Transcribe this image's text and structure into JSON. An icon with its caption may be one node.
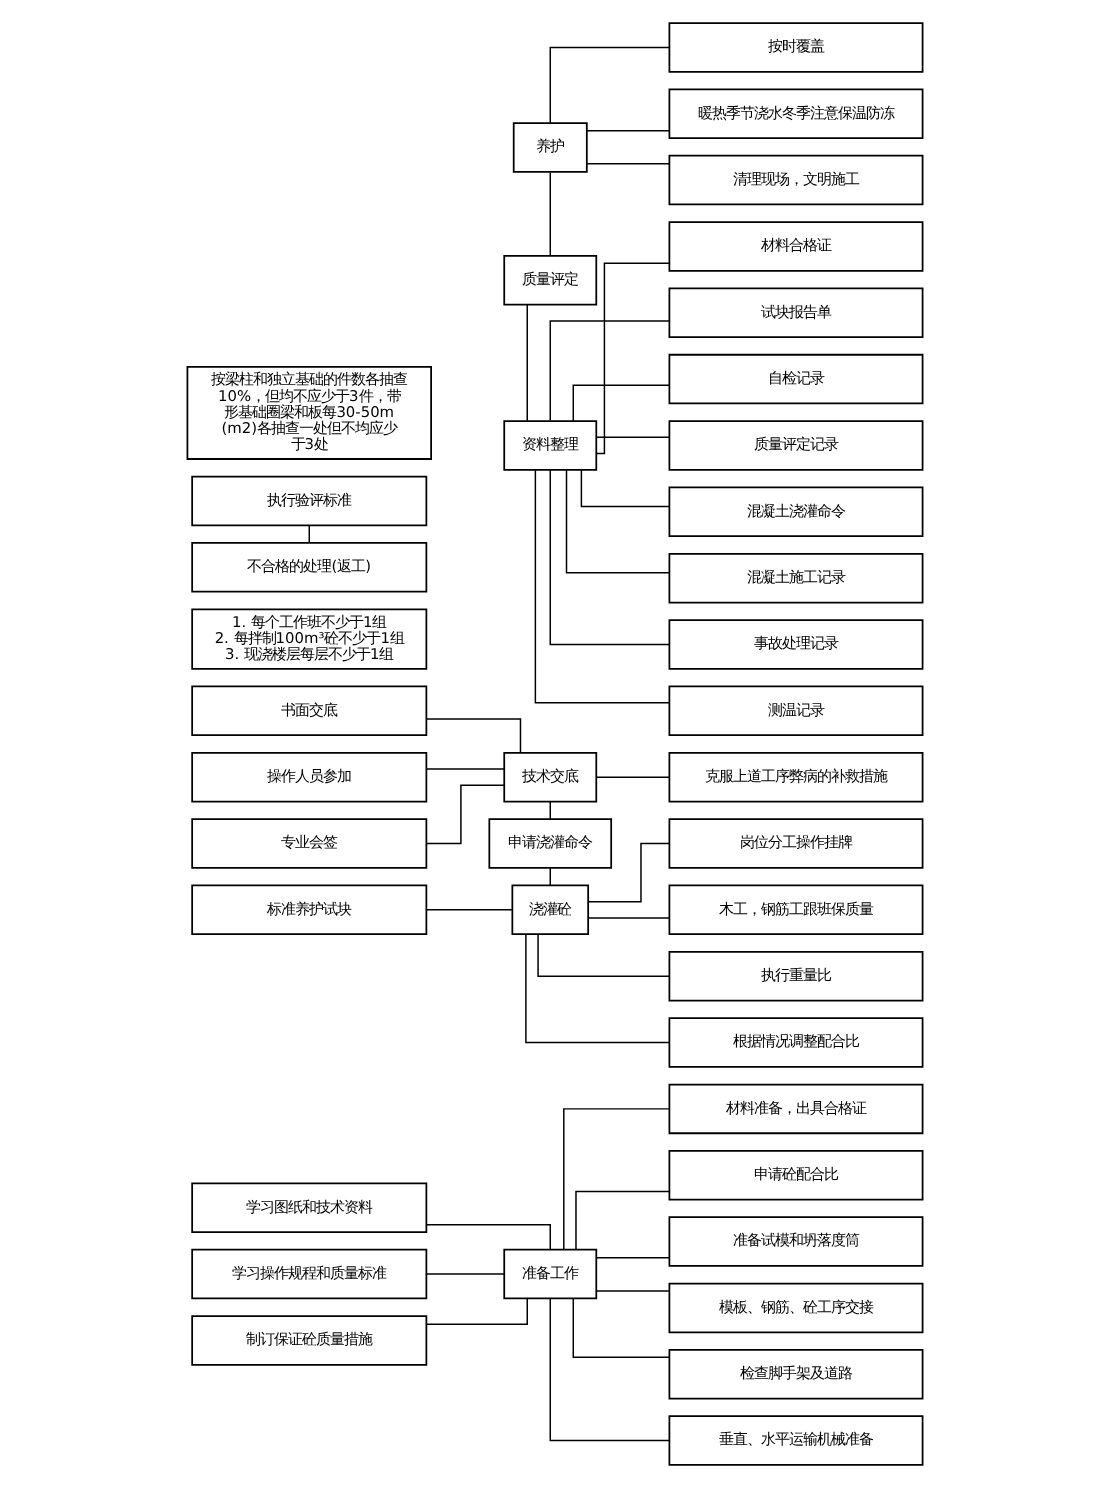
{
  "diagram": {
    "nodes": [
      {
        "text": [
          "学习图纸和技术资料"
        ]
      },
      {
        "text": [
          "学习操作规程和质量标准"
        ]
      },
      {
        "text": [
          "制订保证砼质量措施"
        ]
      },
      {
        "text": [
          "准备工作"
        ]
      },
      {
        "text": [
          "材料准备，出具合格证"
        ]
      },
      {
        "text": [
          "申请砼配合比"
        ]
      },
      {
        "text": [
          "准备试模和坍落度筒"
        ]
      },
      {
        "text": [
          "模板、钢筋、砼工序交接"
        ]
      },
      {
        "text": [
          "检查脚手架及道路"
        ]
      },
      {
        "text": [
          "垂直、水平运输机械准备"
        ]
      },
      {
        "text": [
          "书面交底"
        ]
      },
      {
        "text": [
          "技术交底"
        ]
      },
      {
        "text": [
          "克服上道工序弊病的补救措施"
        ]
      },
      {
        "text": [
          "操作人员参加"
        ]
      },
      {
        "text": [
          "专业会签"
        ]
      },
      {
        "text": [
          "岗位分工操作挂牌"
        ]
      },
      {
        "text": [
          "申请浇灌命令"
        ]
      },
      {
        "text": [
          "木工，钢筋工跟班保质量"
        ]
      },
      {
        "text": [
          "1. 每个工作班不少于1组",
          "2. 每拌制100m³砼不少于1组",
          "3. 现浇楼层每层不少于1组"
        ]
      },
      {
        "text": [
          "执行重量比"
        ]
      },
      {
        "text": [
          "标准养护试块"
        ]
      },
      {
        "text": [
          "浇灌砼"
        ]
      },
      {
        "text": [
          "根据情况调整配合比"
        ]
      },
      {
        "text": [
          "按时覆盖"
        ]
      },
      {
        "text": [
          "执行验评标准"
        ]
      },
      {
        "text": [
          "养护"
        ]
      },
      {
        "text": [
          "暖热季节浇水冬季注意保温防冻"
        ]
      },
      {
        "text": [
          "按梁柱和独立基础的件数各抽查10%，但均不应少于3件，带形基础圈梁和板每30-50m(m2)各抽查一处但不均应少于3处"
        ]
      },
      {
        "text": [
          "清理现场，文明施工"
        ]
      },
      {
        "text": [
          "质量评定"
        ]
      },
      {
        "text": [
          "不合格的处理(返工)"
        ]
      },
      {
        "text": [
          "材料合格证"
        ]
      },
      {
        "text": [
          "试块报告单"
        ]
      },
      {
        "text": [
          "自检记录"
        ]
      },
      {
        "text": [
          "质量评定记录"
        ]
      },
      {
        "text": [
          "混凝土浇灌命令"
        ]
      },
      {
        "text": [
          "混凝土施工记录"
        ]
      },
      {
        "text": [
          "事故处理记录"
        ]
      },
      {
        "text": [
          "资料整理"
        ]
      },
      {
        "text": [
          "测温记录"
        ]
      }
    ],
    "edges": [
      {
        "from": 0,
        "to": 3,
        "arrow": "none"
      },
      {
        "from": 1,
        "to": 3,
        "arrow": "none"
      },
      {
        "from": 2,
        "to": 3,
        "arrow": "none"
      },
      {
        "from": 3,
        "to": 4,
        "arrow": "none"
      },
      {
        "from": 3,
        "to": 5,
        "arrow": "none"
      },
      {
        "from": 3,
        "to": 6,
        "arrow": "none"
      },
      {
        "from": 3,
        "to": 7,
        "arrow": "none"
      },
      {
        "from": 3,
        "to": 8,
        "arrow": "none"
      },
      {
        "from": 3,
        "to": 9,
        "arrow": "none"
      },
      {
        "from": 10,
        "to": 11,
        "arrow": "none"
      },
      {
        "from": 13,
        "to": 11,
        "arrow": "none"
      },
      {
        "from": 11,
        "to": 12,
        "arrow": "none"
      },
      {
        "from": 14,
        "to": 11,
        "arrow": "none"
      },
      {
        "from": 11,
        "to": 16,
        "arrow": "none"
      },
      {
        "from": 16,
        "to": 21,
        "arrow": "none"
      },
      {
        "from": 21,
        "to": 15,
        "arrow": "none"
      },
      {
        "from": 21,
        "to": 17,
        "arrow": "none"
      },
      {
        "from": 21,
        "to": 19,
        "arrow": "none"
      },
      {
        "from": 21,
        "to": 22,
        "arrow": "none"
      },
      {
        "from": 20,
        "to": 21,
        "arrow": "none"
      },
      {
        "from": 24,
        "to": 30,
        "arrow": "none"
      },
      {
        "from": 25,
        "to": 23,
        "arrow": "none"
      },
      {
        "from": 25,
        "to": 26,
        "arrow": "none"
      },
      {
        "from": 25,
        "to": 28,
        "arrow": "none"
      },
      {
        "from": 25,
        "to": 29,
        "arrow": "none"
      },
      {
        "from": 29,
        "to": 38,
        "arrow": "none"
      },
      {
        "from": 38,
        "to": 31,
        "arrow": "none"
      },
      {
        "from": 38,
        "to": 32,
        "arrow": "none"
      },
      {
        "from": 38,
        "to": 33,
        "arrow": "none"
      },
      {
        "from": 38,
        "to": 34,
        "arrow": "none"
      },
      {
        "from": 38,
        "to": 35,
        "arrow": "none"
      },
      {
        "from": 38,
        "to": 36,
        "arrow": "none"
      },
      {
        "from": 38,
        "to": 37,
        "arrow": "none"
      },
      {
        "from": 38,
        "to": 39,
        "arrow": "none"
      }
    ]
  }
}
